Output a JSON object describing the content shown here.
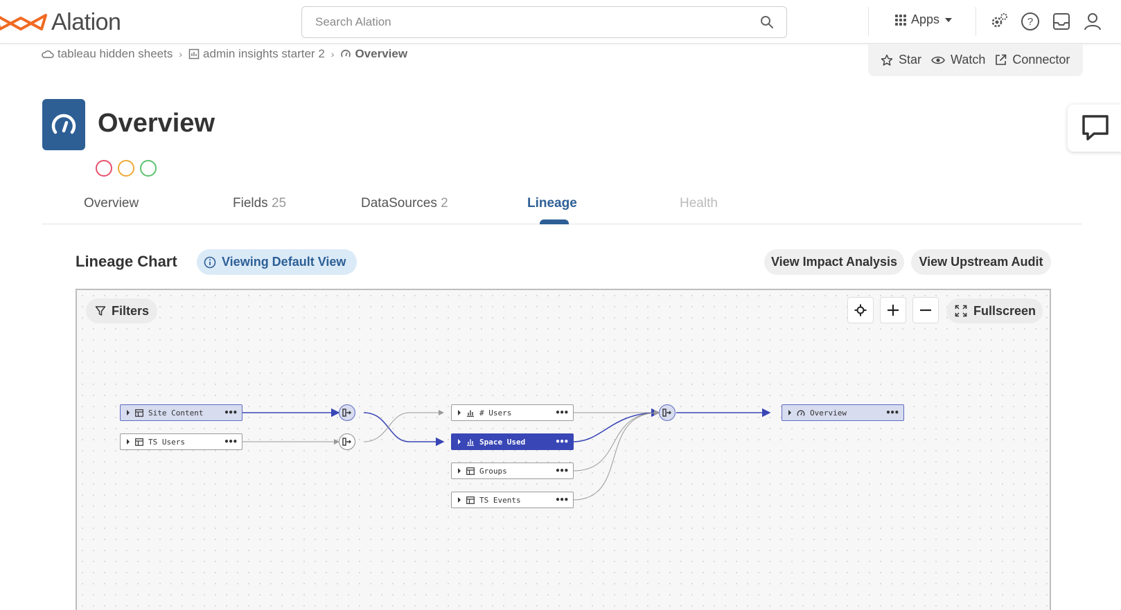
{
  "app": {
    "name": "Alation"
  },
  "search": {
    "placeholder": "Search Alation"
  },
  "topnav": {
    "apps_label": "Apps"
  },
  "breadcrumb": [
    {
      "label": "tableau hidden sheets",
      "icon": "cloud-icon"
    },
    {
      "label": "admin insights starter 2",
      "icon": "workbook-icon"
    },
    {
      "label": "Overview",
      "icon": "dashboard-icon"
    }
  ],
  "actions": {
    "star": "Star",
    "watch": "Watch",
    "connector": "Connector"
  },
  "page": {
    "title": "Overview",
    "status_colors": [
      "#e8506a",
      "#f0a935",
      "#5cc36e"
    ]
  },
  "tabs": [
    {
      "label": "Overview",
      "count": ""
    },
    {
      "label": "Fields",
      "count": "25"
    },
    {
      "label": "DataSources",
      "count": "2"
    },
    {
      "label": "Lineage",
      "count": "",
      "active": true
    },
    {
      "label": "Health",
      "count": "",
      "disabled": true
    }
  ],
  "lineage": {
    "title": "Lineage Chart",
    "view_label": "Viewing Default View",
    "impact_button": "View Impact Analysis",
    "upstream_button": "View Upstream Audit",
    "filters_label": "Filters",
    "fullscreen_label": "Fullscreen",
    "nodes": [
      {
        "label": "Site Content",
        "icon": "datasource-icon",
        "state": "highlighted"
      },
      {
        "label": "TS Users",
        "icon": "datasource-icon",
        "state": "normal"
      },
      {
        "label": "# Users",
        "icon": "sheet-icon",
        "state": "normal"
      },
      {
        "label": "Space Used",
        "icon": "sheet-icon",
        "state": "selected"
      },
      {
        "label": "Groups",
        "icon": "datasource-icon",
        "state": "normal"
      },
      {
        "label": "TS Events",
        "icon": "datasource-icon",
        "state": "normal"
      },
      {
        "label": "Overview",
        "icon": "dashboard-icon",
        "state": "highlighted"
      }
    ],
    "more_glyph": "•••"
  },
  "colors": {
    "brand": "#2d5f95",
    "accent_orange": "#f06a22",
    "lineage_highlight": "#3946b5",
    "pill_bg": "#dbeaf7"
  }
}
